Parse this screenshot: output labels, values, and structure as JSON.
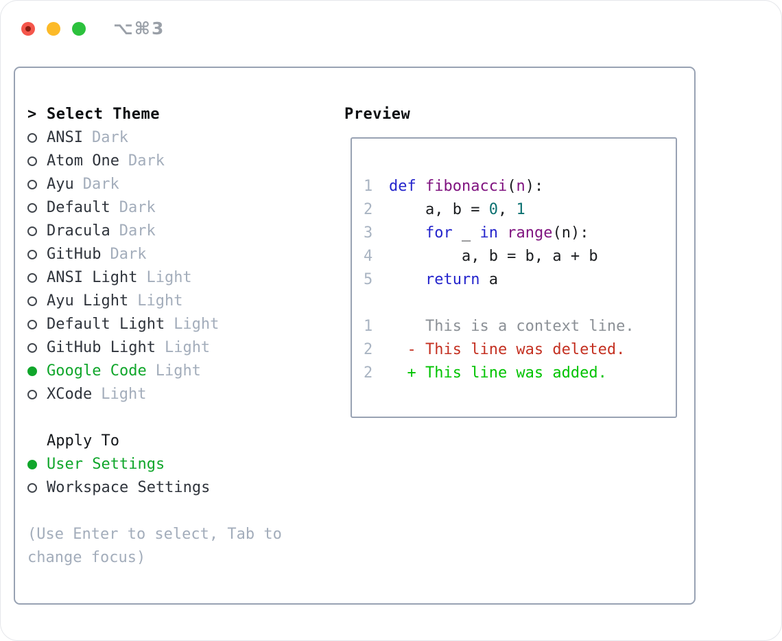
{
  "window": {
    "title": "⌥⌘3",
    "traffic_lights": [
      "close",
      "minimize",
      "zoom"
    ]
  },
  "theme_panel": {
    "prompt": ">",
    "title": "Select Theme",
    "themes": [
      {
        "name": "ANSI",
        "variant": "Dark",
        "selected": false
      },
      {
        "name": "Atom One",
        "variant": "Dark",
        "selected": false
      },
      {
        "name": "Ayu",
        "variant": "Dark",
        "selected": false
      },
      {
        "name": "Default",
        "variant": "Dark",
        "selected": false
      },
      {
        "name": "Dracula",
        "variant": "Dark",
        "selected": false
      },
      {
        "name": "GitHub",
        "variant": "Dark",
        "selected": false
      },
      {
        "name": "ANSI Light",
        "variant": "Light",
        "selected": false
      },
      {
        "name": "Ayu Light",
        "variant": "Light",
        "selected": false
      },
      {
        "name": "Default Light",
        "variant": "Light",
        "selected": false
      },
      {
        "name": "GitHub Light",
        "variant": "Light",
        "selected": false
      },
      {
        "name": "Google Code",
        "variant": "Light",
        "selected": true
      },
      {
        "name": "XCode",
        "variant": "Light",
        "selected": false
      }
    ],
    "apply_to": {
      "title": "Apply To",
      "options": [
        {
          "label": "User Settings",
          "selected": true
        },
        {
          "label": "Workspace Settings",
          "selected": false
        }
      ]
    },
    "help": [
      "(Use Enter to select, Tab to",
      "change focus)"
    ]
  },
  "preview": {
    "title": "Preview",
    "code_lines": [
      {
        "num": "1",
        "tokens": [
          {
            "text": "def",
            "type": "keyword"
          },
          {
            "text": " ",
            "type": "plain"
          },
          {
            "text": "fibonacci",
            "type": "function"
          },
          {
            "text": "(",
            "type": "plain"
          },
          {
            "text": "n",
            "type": "function"
          },
          {
            "text": "):",
            "type": "plain"
          }
        ]
      },
      {
        "num": "2",
        "tokens": [
          {
            "text": "    a, b = ",
            "type": "plain"
          },
          {
            "text": "0",
            "type": "number"
          },
          {
            "text": ", ",
            "type": "plain"
          },
          {
            "text": "1",
            "type": "number"
          }
        ]
      },
      {
        "num": "3",
        "tokens": [
          {
            "text": "    ",
            "type": "plain"
          },
          {
            "text": "for",
            "type": "keyword"
          },
          {
            "text": " _ ",
            "type": "plain"
          },
          {
            "text": "in",
            "type": "keyword"
          },
          {
            "text": " ",
            "type": "plain"
          },
          {
            "text": "range",
            "type": "function"
          },
          {
            "text": "(n):",
            "type": "plain"
          }
        ]
      },
      {
        "num": "4",
        "tokens": [
          {
            "text": "        a, b = b, a + b",
            "type": "plain"
          }
        ]
      },
      {
        "num": "5",
        "tokens": [
          {
            "text": "    ",
            "type": "plain"
          },
          {
            "text": "return",
            "type": "keyword"
          },
          {
            "text": " a",
            "type": "plain"
          }
        ]
      }
    ],
    "diff_lines": [
      {
        "num": "1",
        "text": "    This is a context line.",
        "kind": "context"
      },
      {
        "num": "2",
        "text": "  - This line was deleted.",
        "kind": "deleted"
      },
      {
        "num": "2",
        "text": "  + This line was added.",
        "kind": "added"
      }
    ]
  },
  "colors": {
    "accent_green": "#10a62b",
    "keyword_blue": "#2525cc",
    "function_purple": "#801480",
    "number_teal": "#0a7070",
    "deleted_red": "#c43122",
    "added_green": "#00c300",
    "muted_gray": "#a3adbb",
    "border_gray": "#98a2b3"
  }
}
